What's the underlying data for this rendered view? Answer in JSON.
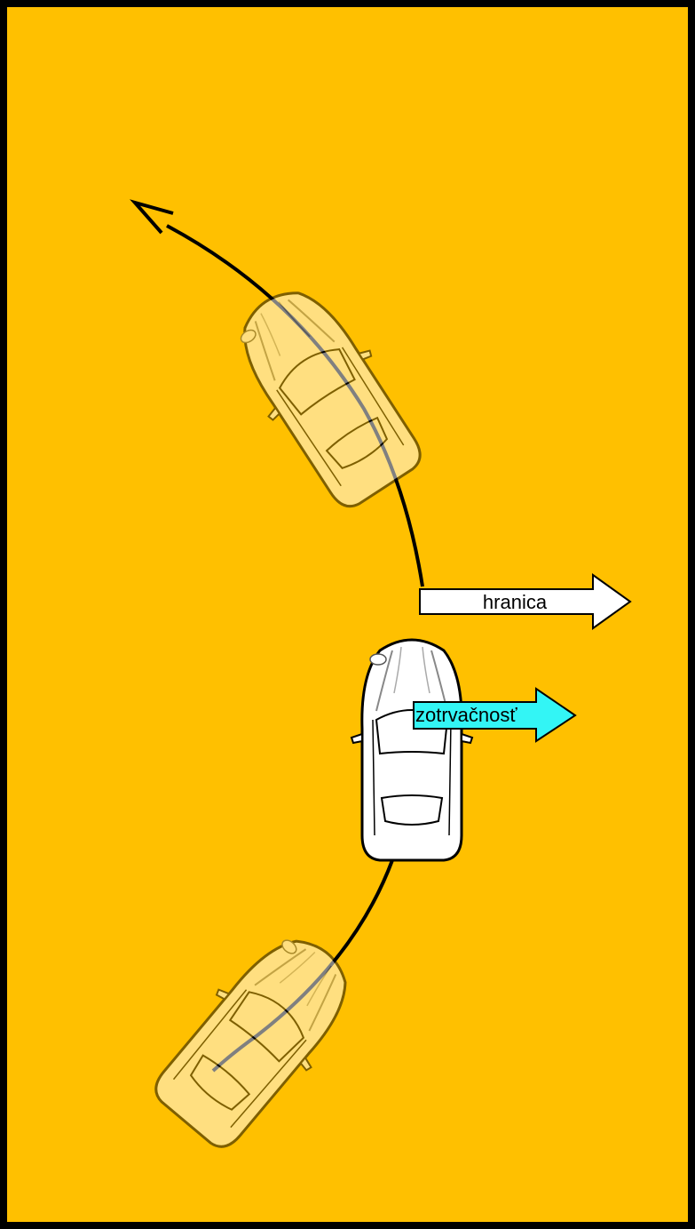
{
  "diagram": {
    "background_color": "#FFC000",
    "border_color": "#000000",
    "path_color": "#000000",
    "ghost_car_opacity": 0.5,
    "car_body_color": "#FFFFFF",
    "car_outline_color": "#000000"
  },
  "arrows": {
    "boundary": {
      "label": "hranica",
      "fill": "#FFFFFF"
    },
    "inertia": {
      "label": "zotrvačnosť",
      "fill": "#33F5F5"
    }
  },
  "icons": {
    "car": "car-top-view-icon",
    "arrow": "arrow-right-icon",
    "path_arrowhead": "arrowhead-icon"
  }
}
